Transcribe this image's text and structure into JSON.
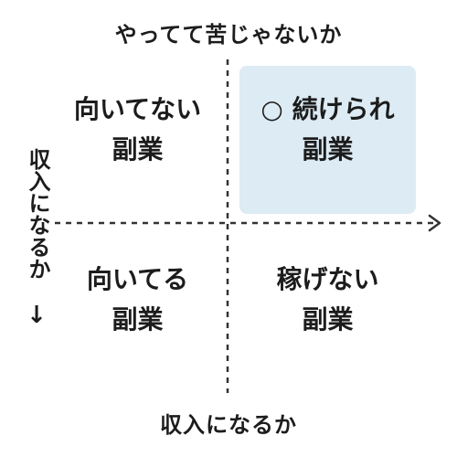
{
  "axes": {
    "top_label": "やってて苦じゃないか",
    "bottom_label": "収入になるか",
    "left_label": "収入になるか",
    "left_arrow": "↓"
  },
  "quadrants": {
    "top_left": {
      "line1": "向いてない",
      "line2": "副業"
    },
    "top_right": {
      "line1": "○ 続けられ",
      "line2": "副業",
      "highlight_color": "#dcebf4"
    },
    "bottom_left": {
      "line1": "向いてる",
      "line2": "副業"
    },
    "bottom_right": {
      "line1": "稼げない",
      "line2": "副業"
    }
  },
  "colors": {
    "text": "#1c1c1c",
    "axis": "#333333",
    "highlight": "#dcebf4",
    "background": "#ffffff"
  }
}
